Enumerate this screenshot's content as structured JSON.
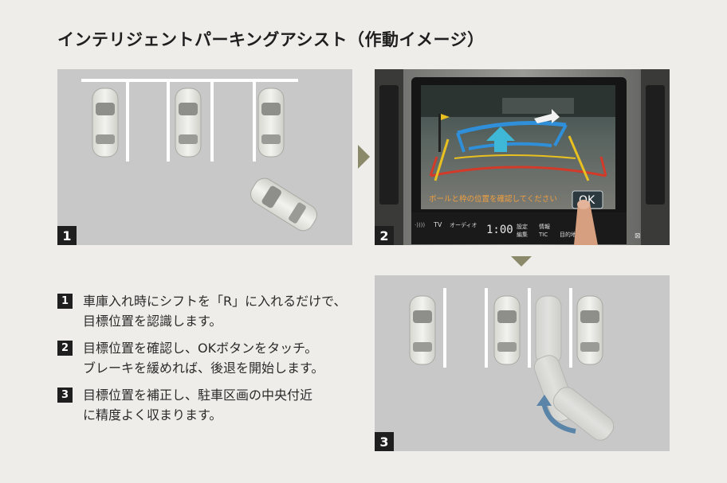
{
  "title": "インテリジェントパーキングアシスト（作動イメージ）",
  "panels": [
    {
      "number": "1"
    },
    {
      "number": "2"
    },
    {
      "number": "3"
    }
  ],
  "screen": {
    "guide_message": "ポールと枠の位置を確認してください",
    "ok_button": "OK",
    "bar": {
      "signal": "·))))",
      "tv": "TV",
      "audio": "オーディオ",
      "clock": "1:00",
      "settings_line1": "設定",
      "settings_line2": "編集",
      "info_line1": "情報",
      "info_line2": "TIC",
      "dest_partial": "目的地"
    }
  },
  "steps": [
    {
      "number": "1",
      "line1": "車庫入れ時にシフトを「R」に入れるだけで、",
      "line2": "目標位置を認識します。"
    },
    {
      "number": "2",
      "line1": "目標位置を確認し、OKボタンをタッチ。",
      "line2": "ブレーキを緩めれば、後退を開始します。"
    },
    {
      "number": "3",
      "line1": "目標位置を補正し、駐車区画の中央付近",
      "line2": "に精度よく収まります。"
    }
  ],
  "colors": {
    "background": "#efede9",
    "panel_floor": "#c8c8c8",
    "number_badge": "#1f1f1f",
    "guide_red": "#d23a2a",
    "guide_yellow": "#e8c020",
    "guide_blue": "#2f8fd8",
    "flow_arrow": "#8a8a6a",
    "motion_arrow": "#5a84a8"
  }
}
